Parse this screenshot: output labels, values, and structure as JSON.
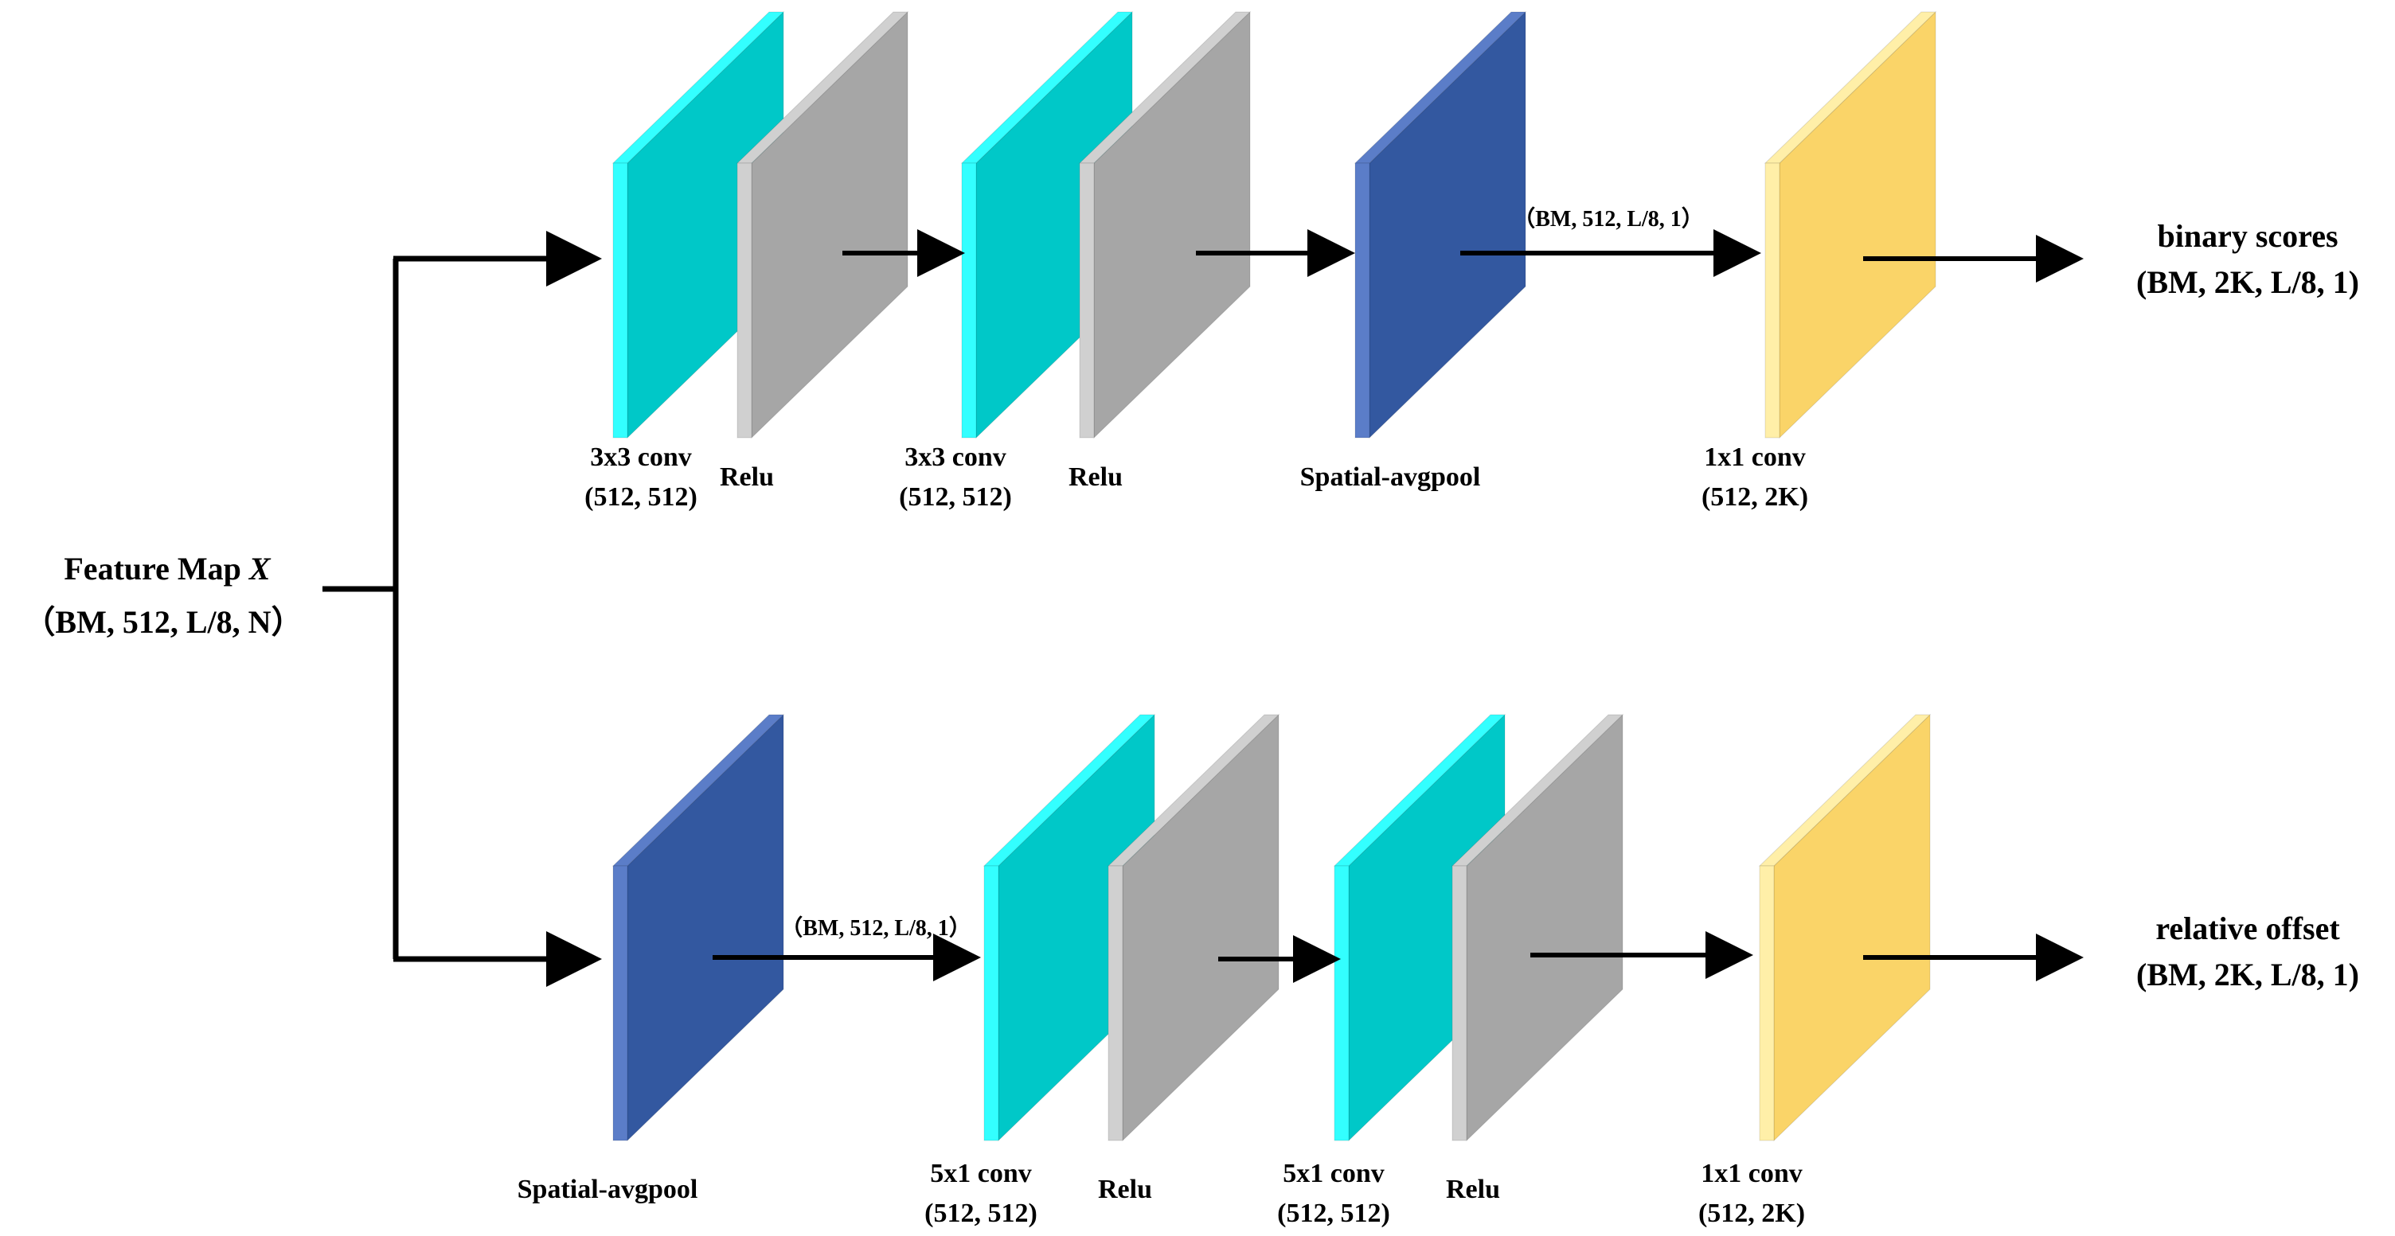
{
  "input": {
    "title": "Feature Map ",
    "symbol": "X",
    "shape": "（BM, 512, L/8, N）"
  },
  "top_branch": {
    "layers": [
      {
        "type": "conv",
        "label_line1": "3x3 conv",
        "label_line2": "(512, 512)"
      },
      {
        "type": "relu",
        "label_line1": "Relu"
      },
      {
        "type": "conv",
        "label_line1": "3x3 conv",
        "label_line2": "(512, 512)"
      },
      {
        "type": "relu",
        "label_line1": "Relu"
      },
      {
        "type": "pool",
        "label_line1": "Spatial-avgpool"
      },
      {
        "type": "conv1x1",
        "label_line1": "1x1 conv",
        "label_line2": "(512, 2K)"
      }
    ],
    "pool_output_shape": "（BM, 512, L/8, 1）",
    "output_title": "binary scores",
    "output_shape": "(BM, 2K, L/8, 1)"
  },
  "bottom_branch": {
    "layers": [
      {
        "type": "pool",
        "label_line1": "Spatial-avgpool"
      },
      {
        "type": "conv",
        "label_line1": "5x1 conv",
        "label_line2": "(512, 512)"
      },
      {
        "type": "relu",
        "label_line1": "Relu"
      },
      {
        "type": "conv",
        "label_line1": "5x1 conv",
        "label_line2": "(512, 512)"
      },
      {
        "type": "relu",
        "label_line1": "Relu"
      },
      {
        "type": "conv1x1",
        "label_line1": "1x1 conv",
        "label_line2": "(512, 2K)"
      }
    ],
    "pool_output_shape": "（BM, 512, L/8, 1）",
    "output_title": "relative offset",
    "output_shape": "(BM, 2K, L/8, 1)"
  },
  "colors": {
    "conv_front": "#00C8C8",
    "conv_side": "#33FFFF",
    "relu_front": "#A6A6A6",
    "relu_side": "#D0D0D0",
    "pool_front": "#3358A0",
    "pool_side": "#5B7DC8",
    "conv1x1_front": "#FAD468",
    "conv1x1_side": "#FFEFA8",
    "arrow": "#000000"
  }
}
